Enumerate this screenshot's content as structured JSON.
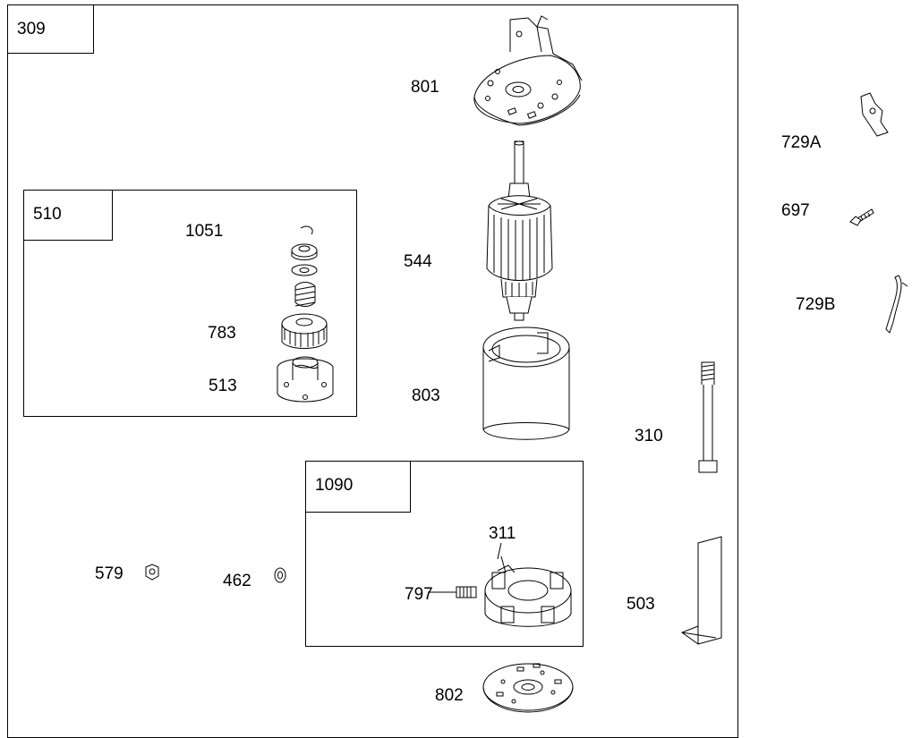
{
  "main_frame": {
    "id": "309"
  },
  "sub_boxes": [
    {
      "id": "510"
    },
    {
      "id": "1090"
    }
  ],
  "parts": {
    "p801": "801",
    "p544": "544",
    "p803": "803",
    "p802": "802",
    "p1051": "1051",
    "p783": "783",
    "p513": "513",
    "p311": "311",
    "p797": "797",
    "p579": "579",
    "p462": "462",
    "p310": "310",
    "p503": "503",
    "p729A": "729A",
    "p697": "697",
    "p729B": "729B"
  }
}
